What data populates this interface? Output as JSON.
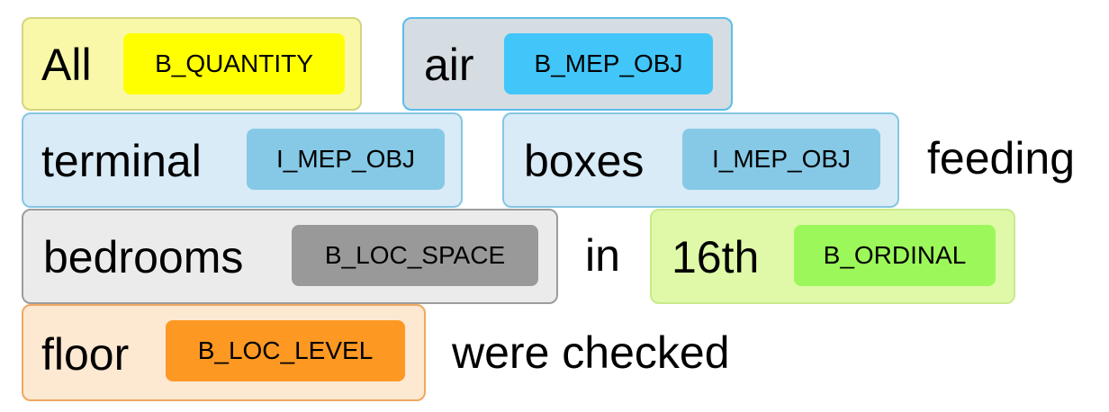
{
  "tokens": [
    {
      "word": "All",
      "tag": "B_QUANTITY",
      "box_bg": "#f8f8a8",
      "box_border": "#d4d480",
      "tag_bg": "#ffff00"
    },
    {
      "word": "air",
      "tag": "B_MEP_OBJ",
      "box_bg": "#d5dde3",
      "box_border": "#5bbde8",
      "tag_bg": "#42c6fa"
    },
    {
      "word": "terminal",
      "tag": "I_MEP_OBJ",
      "box_bg": "#d8ebf6",
      "box_border": "#86c6e3",
      "tag_bg": "#86c9e6"
    },
    {
      "word": "boxes",
      "tag": "I_MEP_OBJ",
      "box_bg": "#d8ebf6",
      "box_border": "#86c6e3",
      "tag_bg": "#86c9e6"
    },
    {
      "word": "bedrooms",
      "tag": "B_LOC_SPACE",
      "box_bg": "#ebebeb",
      "box_border": "#9c9c9c",
      "tag_bg": "#999999"
    },
    {
      "word": "16th",
      "tag": "B_ORDINAL",
      "box_bg": "#dff9a8",
      "box_border": "#c8ea8c",
      "tag_bg": "#9cf85a"
    },
    {
      "word": "floor",
      "tag": "B_LOC_LEVEL",
      "box_bg": "#fde8d2",
      "box_border": "#f0a860",
      "tag_bg": "#fd9822"
    }
  ],
  "plain_words": {
    "feeding": "feeding",
    "in": "in",
    "were_checked": "were checked"
  }
}
